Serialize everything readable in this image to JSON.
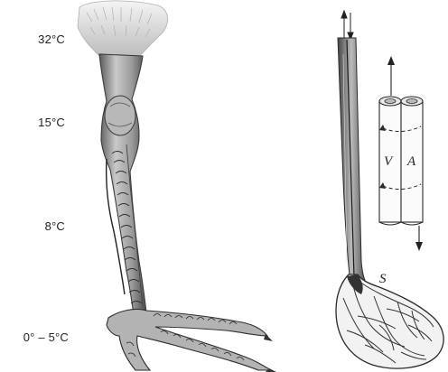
{
  "temperatures": [
    "32°C",
    "15°C",
    "8°C",
    "0° – 5°C"
  ],
  "vessel_labels": {
    "vein": "V",
    "artery": "A",
    "network": "S"
  },
  "colors": {
    "ink": "#2a2a2a",
    "shade": "#8a8a8a",
    "light": "#d9d9d9"
  }
}
